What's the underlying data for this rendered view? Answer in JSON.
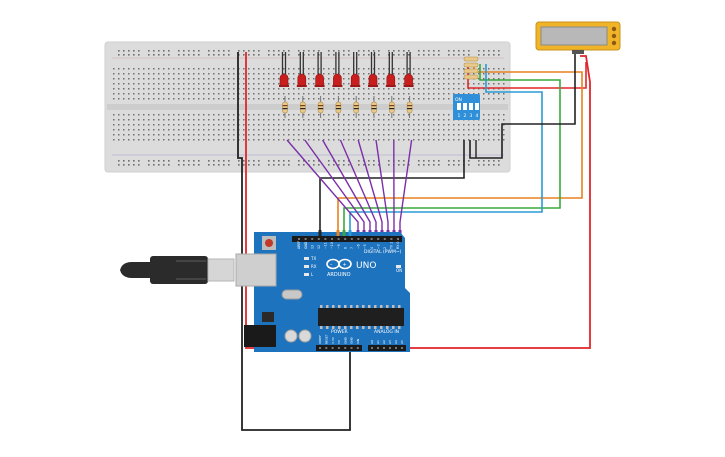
{
  "circuit": {
    "breadboard": {
      "color": "#dcdcdc",
      "hole_color": "#6f6f6f"
    },
    "leds": {
      "count": 8,
      "color": "#c81e1e"
    },
    "resistors": {
      "count": 8,
      "body_color": "#e8c98a"
    },
    "dip_switch": {
      "label_on": "ON",
      "positions": [
        "1",
        "2",
        "3",
        "4"
      ],
      "body_color": "#2f8fd8"
    },
    "lcd_module": {
      "screen_color": "#b8b8b8",
      "frame_color": "#f0b429"
    },
    "arduino": {
      "board_color": "#1e73be",
      "logo_text": "ARDUINO",
      "model_text": "UNO",
      "digital_label": "DIGITAL (PWM~)",
      "power_label": "POWER",
      "analog_label": "ANALOG IN",
      "digital_pins": [
        "AREF",
        "GND",
        "13",
        "12",
        "~11",
        "~10",
        "~9",
        "8",
        "7",
        "~6",
        "~5",
        "4",
        "~3",
        "2",
        "TX 1",
        "RX 0"
      ],
      "power_pins": [
        "IOREF",
        "RESET",
        "3.3V",
        "5V",
        "GND",
        "GND",
        "VIN"
      ],
      "analog_pins": [
        "A0",
        "A1",
        "A2",
        "A3",
        "A4",
        "A5"
      ],
      "chip_labels": [
        "TX",
        "RX",
        "L"
      ],
      "on_label": "ON"
    },
    "usb_cable": {
      "color": "#2b2b2b"
    },
    "wire_colors": {
      "purple": "#7b2fa8",
      "black": "#222222",
      "red": "#e0262a",
      "orange": "#e8821e",
      "green": "#3aa83a",
      "blue": "#2a9bd6"
    }
  }
}
